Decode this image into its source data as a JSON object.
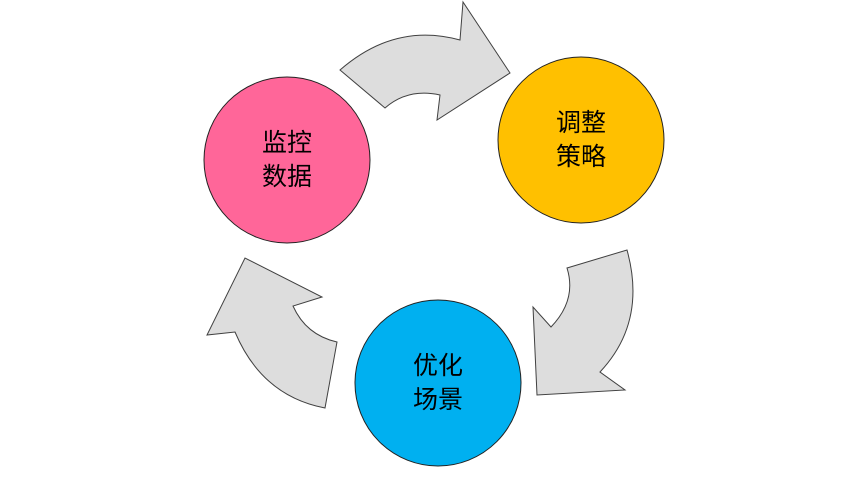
{
  "colors": {
    "monitor": "#FF6699",
    "adjust": "#FFC000",
    "optimize": "#00B0F0",
    "arrow": "#DDDDDD",
    "stroke": "#404040"
  },
  "nodes": [
    {
      "line1": "监控",
      "line2": "数据"
    },
    {
      "line1": "调整",
      "line2": "策略"
    },
    {
      "line1": "优化",
      "line2": "场景"
    }
  ]
}
